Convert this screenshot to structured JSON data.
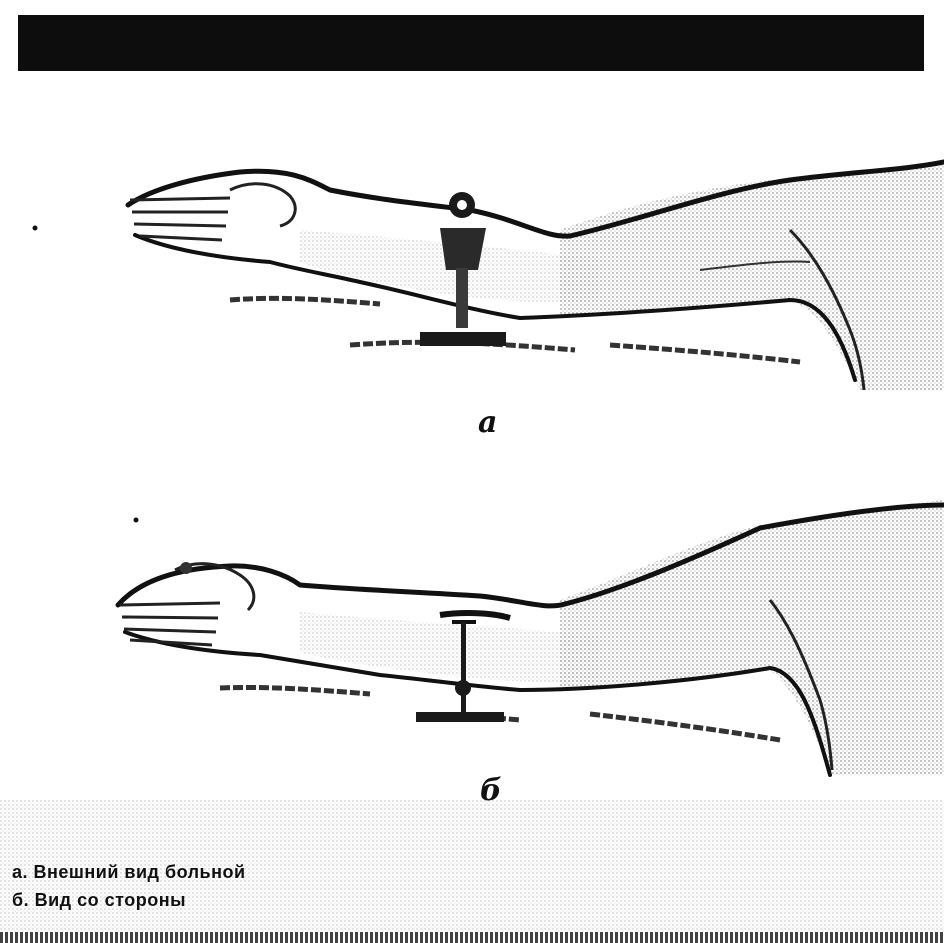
{
  "figure": {
    "panels": [
      {
        "id": "a",
        "label": "a"
      },
      {
        "id": "b",
        "label": "б"
      }
    ]
  },
  "caption": {
    "lines": [
      "а. Внешний вид больной",
      "б. Вид со стороны"
    ]
  },
  "colors": {
    "ink": "#111111",
    "header": "#0d0d0d",
    "paper": "#ffffff",
    "shade": "#9a9a9a"
  }
}
